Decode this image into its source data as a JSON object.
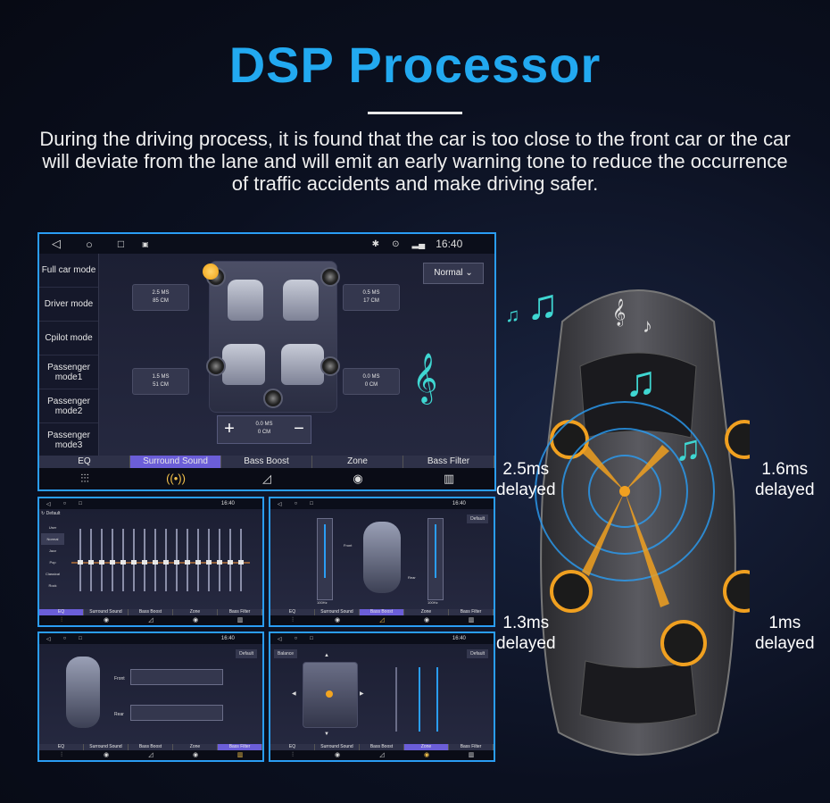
{
  "header": {
    "title": "DSP Processor",
    "description": "During the driving process, it is found that the car is too close to the front car or the car will deviate from the lane and will emit an early warning tone to reduce the occurrence of traffic accidents and make driving safer."
  },
  "main_screen": {
    "status": {
      "time": "16:40"
    },
    "modes": [
      "Full car mode",
      "Driver mode",
      "Cpilot mode",
      "Passenger mode1",
      "Passenger mode2",
      "Passenger mode3"
    ],
    "preset": "Normal",
    "delays": {
      "front_left": {
        "ms": "2.5 MS",
        "cm": "85 CM"
      },
      "front_right": {
        "ms": "0.5 MS",
        "cm": "17 CM"
      },
      "rear_left": {
        "ms": "1.5 MS",
        "cm": "51 CM"
      },
      "rear_right": {
        "ms": "0.0 MS",
        "cm": "0 CM"
      },
      "center": {
        "ms": "0.0 MS",
        "cm": "0 CM"
      }
    },
    "stepper": {
      "minus": "−",
      "plus": "+"
    },
    "tabs": [
      {
        "label": "EQ",
        "icon": "equalizer-icon"
      },
      {
        "label": "Surround Sound",
        "icon": "surround-icon",
        "active": true
      },
      {
        "label": "Bass Boost",
        "icon": "bass-icon"
      },
      {
        "label": "Zone",
        "icon": "zone-icon"
      },
      {
        "label": "Bass Filter",
        "icon": "filter-icon"
      }
    ]
  },
  "thumbnails": {
    "eq": {
      "time": "16:40",
      "default": "Default",
      "presets": [
        "User",
        "Normal",
        "Jazz",
        "Pop",
        "Classical",
        "Rock"
      ],
      "tabs": [
        "EQ",
        "Surround Sound",
        "Bass Boost",
        "Zone",
        "Bass Filter"
      ]
    },
    "bass_boost": {
      "time": "16:40",
      "default": "Default",
      "labels": [
        "Front",
        "Rear"
      ],
      "freq": [
        "100Hz",
        "100Hz"
      ],
      "tabs": [
        "EQ",
        "Surround Sound",
        "Bass Boost",
        "Zone",
        "Bass Filter"
      ]
    },
    "bass_filter": {
      "time": "16:40",
      "default": "Default",
      "labels": [
        "Front",
        "Rear"
      ],
      "tabs": [
        "EQ",
        "Surround Sound",
        "Bass Boost",
        "Zone",
        "Bass Filter"
      ]
    },
    "zone": {
      "time": "16:40",
      "default": "Default",
      "balance": "Balance",
      "tabs": [
        "EQ",
        "Surround Sound",
        "Bass Boost",
        "Zone",
        "Bass Filter"
      ]
    }
  },
  "car_illustration": {
    "delays": [
      {
        "value": "2.5ms",
        "label": "delayed"
      },
      {
        "value": "1.6ms",
        "label": "delayed"
      },
      {
        "value": "1.3ms",
        "label": "delayed"
      },
      {
        "value": "1ms",
        "label": "delayed"
      }
    ]
  },
  "colors": {
    "accent": "#22a9f0",
    "active_tab": "#6b5ed8",
    "highlight": "#f3c14a",
    "note": "#3fd7d2"
  }
}
